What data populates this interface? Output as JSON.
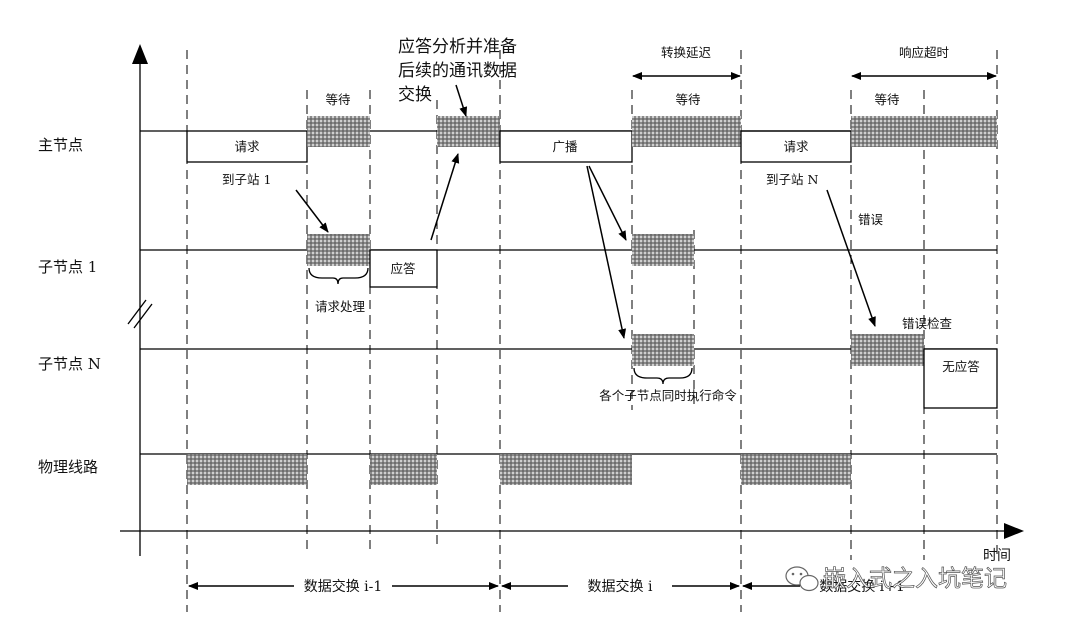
{
  "rows": {
    "master": "主节点",
    "slave1": "子节点 1",
    "slaveN": "子节点 N",
    "physical": "物理线路"
  },
  "master_blocks": {
    "request_1": "请求",
    "broadcast": "广播",
    "request_n": "请求"
  },
  "master_notes": {
    "to_slave_1": "到子站 1",
    "to_slave_n": "到子站 N"
  },
  "wait_labels": [
    "等待",
    "等待",
    "等待"
  ],
  "top_annotations": {
    "analysis_line1": "应答分析并准备",
    "analysis_line2": "后续的通讯数据",
    "analysis_line3": "交换",
    "switch_delay": "转换延迟",
    "response_timeout": "响应超时"
  },
  "slave1_blocks": {
    "response": "应答",
    "request_processing": "请求处理"
  },
  "slaveN_blocks": {
    "no_response": "无应答",
    "error_check": "错误检查",
    "error": "错误"
  },
  "simultaneous_execute": "各个子节点同时执行命令",
  "time_axis_label": "时间",
  "exchanges": [
    "数据交换 i-1",
    "数据交换 i",
    "数据交换 i+1"
  ],
  "watermark": "嵌入式之入坑笔记",
  "colors": {
    "line": "#000000",
    "stipple_dark": "#5a5a5a",
    "stipple_light": "#d9d9d9"
  }
}
